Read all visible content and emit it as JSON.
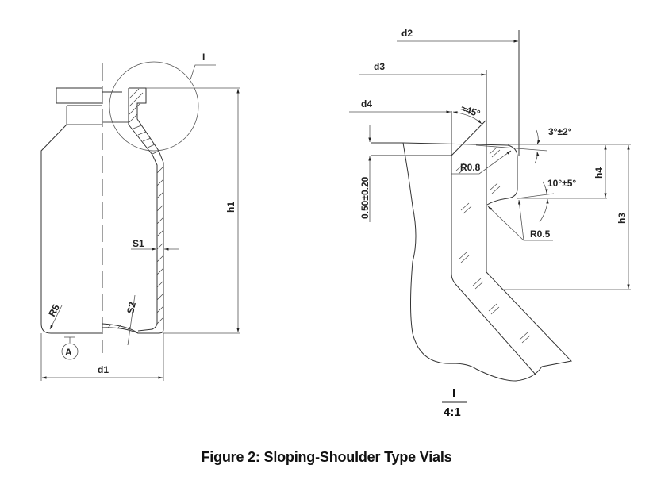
{
  "figure": {
    "caption": "Figure 2: Sloping-Shoulder Type Vials",
    "left_view": {
      "detail_marker": "I",
      "datum": "A",
      "dimensions": {
        "height": "h1",
        "diameter": "d1",
        "wall_thickness": "S1",
        "bottom_thickness": "S2",
        "bottom_radius": "R5"
      }
    },
    "detail_view": {
      "detail_label": "I",
      "scale": "4:1",
      "dimensions": {
        "d2": "d2",
        "d3": "d3",
        "d4": "d4",
        "chamfer_angle": "≈45°",
        "top_taper": "3°±2°",
        "lip_undercut": "10°±5°",
        "lip_radius_top": "R0.8",
        "lip_radius_bottom": "R0.5",
        "lip_height": "h4",
        "neck_height": "h3",
        "chamfer_height": "0.50±0.20"
      }
    }
  }
}
